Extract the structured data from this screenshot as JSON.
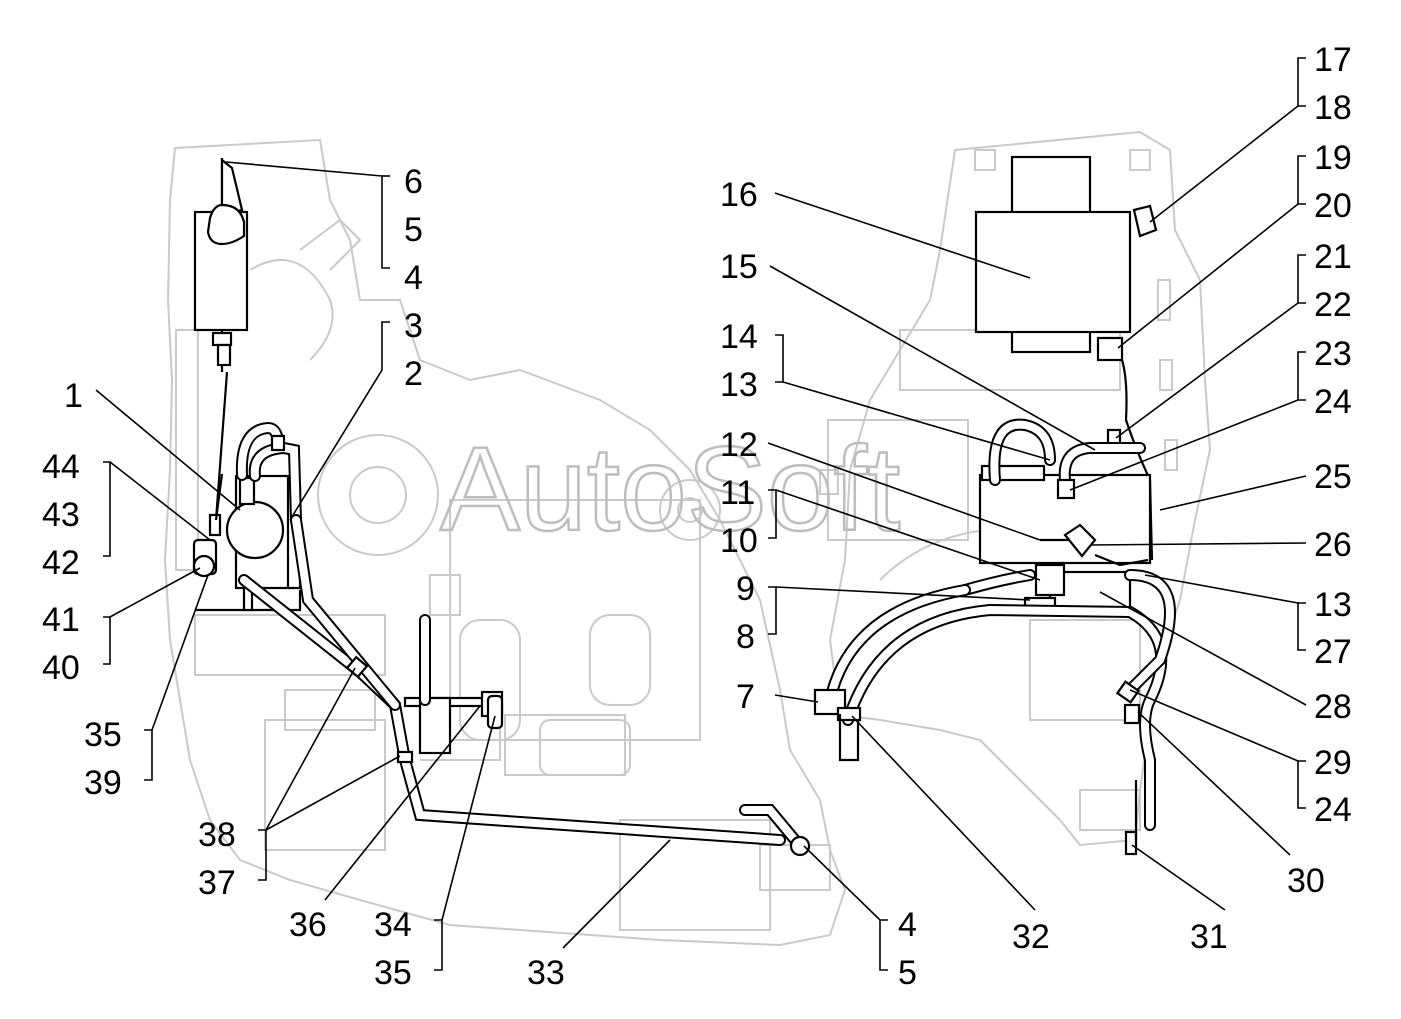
{
  "watermark": "AutoSoft",
  "labels": {
    "l6a": "6",
    "l5a": "5",
    "l4a": "4",
    "l3": "3",
    "l2": "2",
    "l1": "1",
    "l44": "44",
    "l43": "43",
    "l42": "42",
    "l41": "41",
    "l40": "40",
    "l35a": "35",
    "l39": "39",
    "l38": "38",
    "l37": "37",
    "l36": "36",
    "l34": "34",
    "l35b": "35",
    "l33": "33",
    "l4b": "4",
    "l5b": "5",
    "l17": "17",
    "l18": "18",
    "l19": "19",
    "l20": "20",
    "l21": "21",
    "l22": "22",
    "l23": "23",
    "l24a": "24",
    "l25": "25",
    "l26": "26",
    "l13b": "13",
    "l27": "27",
    "l28": "28",
    "l29": "29",
    "l24b": "24",
    "l30": "30",
    "l31": "31",
    "l32": "32",
    "l16": "16",
    "l15": "15",
    "l14": "14",
    "l13a": "13",
    "l12": "12",
    "l11": "11",
    "l10": "10",
    "l9": "9",
    "l8": "8",
    "l7": "7"
  },
  "colors": {
    "line": "#000000",
    "ghost": "#c9c9c9",
    "background": "#ffffff"
  }
}
